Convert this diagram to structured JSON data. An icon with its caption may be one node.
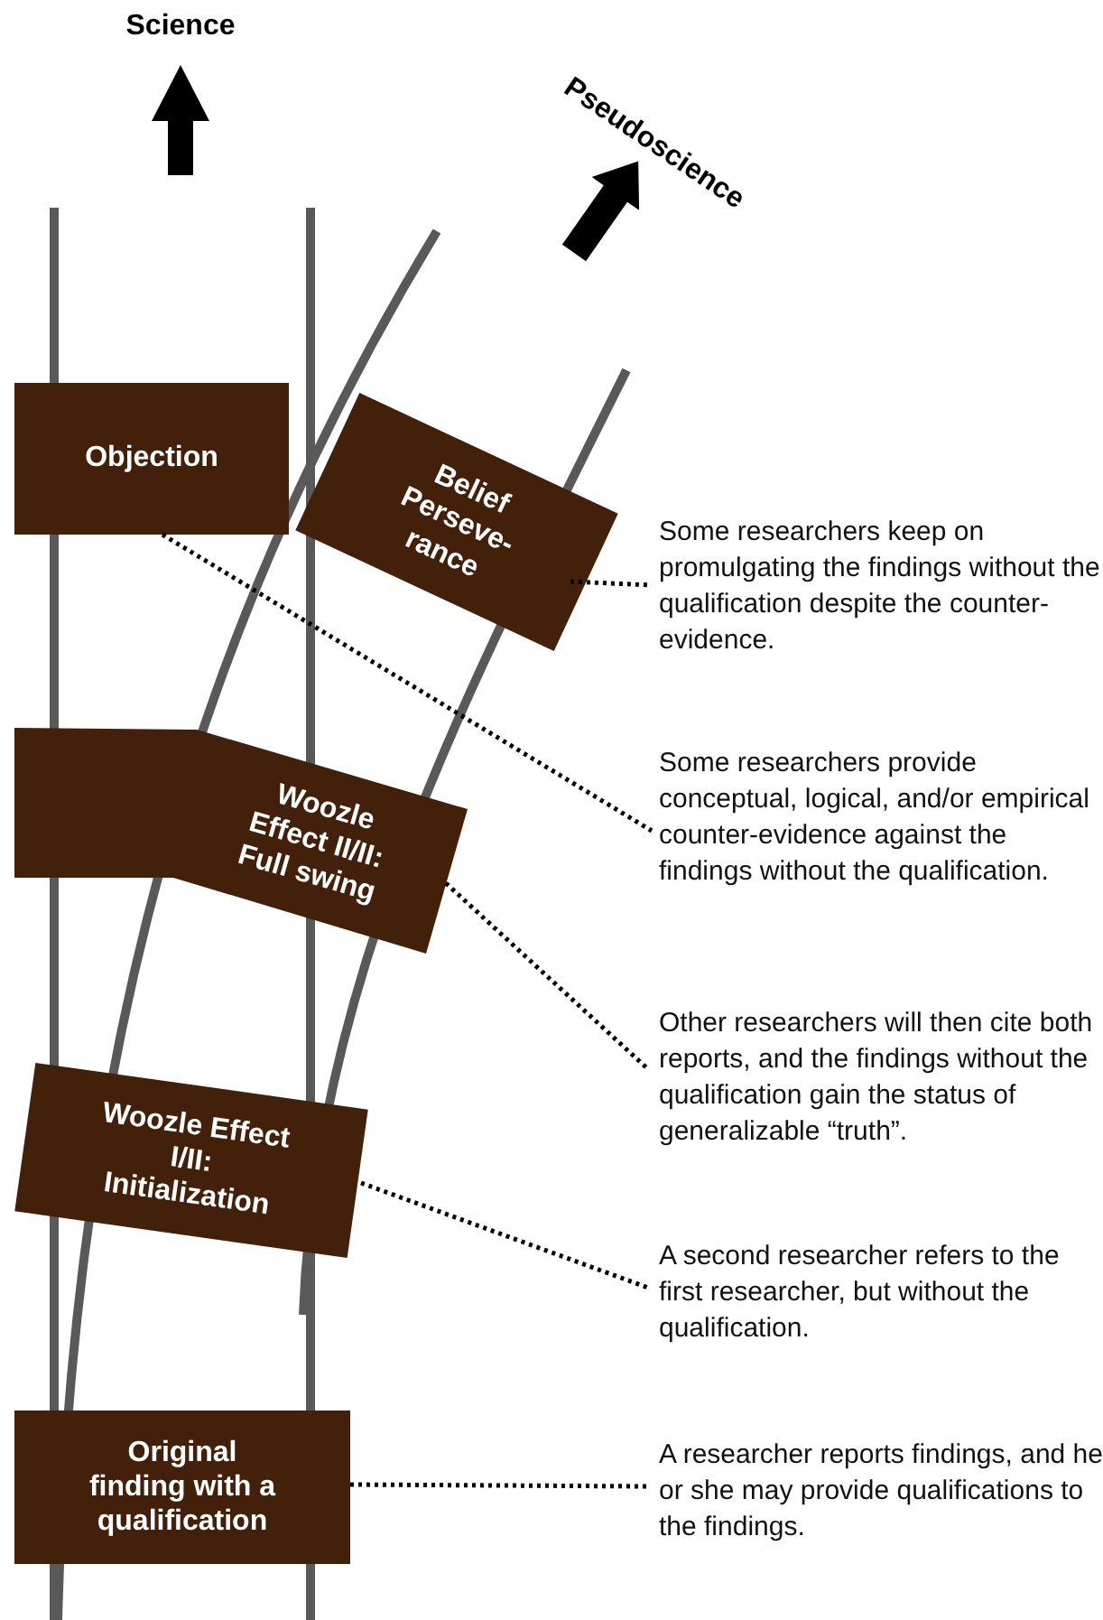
{
  "diagram": {
    "nodes": [
      {
        "text": [
          "Objection"
        ]
      },
      {
        "text": [
          "Belief Perseve-rance"
        ]
      },
      {
        "text": [
          "Some researchers keep on promulgating the findings without the qualification despite the counter-evidence."
        ]
      },
      {
        "text": [
          "Woozle Effect II/II: Full swing"
        ]
      },
      {
        "text": [
          "Some researchers provide conceptual, logical, and/or empirical counter-evidence against the findings without the qualification."
        ]
      },
      {
        "text": [
          "Other researchers will then cite both reports, and the findings without the qualification gain the status of generalizable “truth”."
        ]
      },
      {
        "text": [
          "Woozle Effect I/II: Initialization"
        ]
      },
      {
        "text": [
          "A second researcher refers to the first researcher, but without the qualification."
        ]
      },
      {
        "text": [
          "Original finding with a qualification"
        ]
      },
      {
        "text": [
          "A researcher reports findings, and he or she may provide qualifications to the findings."
        ]
      }
    ],
    "edges": [
      {
        "from": 1,
        "to": 2,
        "arrow": "none"
      },
      {
        "from": 0,
        "to": 4,
        "arrow": "none"
      },
      {
        "from": 3,
        "to": 5,
        "arrow": "none"
      },
      {
        "from": 6,
        "to": 7,
        "arrow": "none"
      },
      {
        "from": 8,
        "to": 9,
        "arrow": "none"
      }
    ],
    "labels": [
      "Science",
      "Pseudoscience"
    ]
  }
}
